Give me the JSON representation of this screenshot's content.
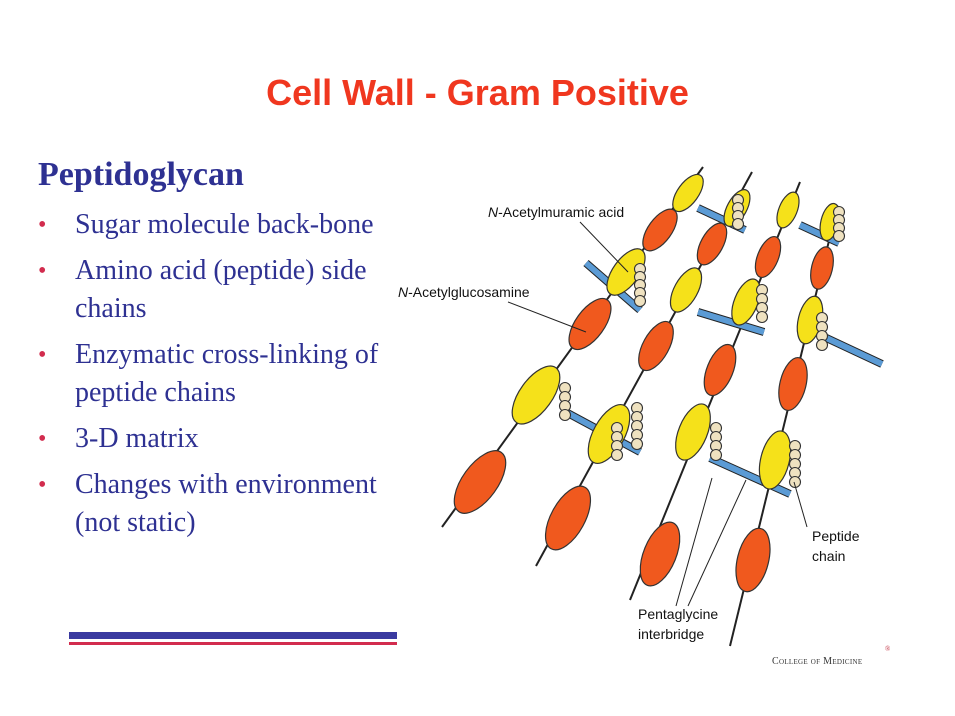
{
  "title": "Cell Wall - Gram Positive",
  "heading": "Peptidoglycan",
  "bullets": [
    "Sugar molecule back-bone",
    "Amino acid (peptide) side chains",
    "Enzymatic cross-linking of peptide chains",
    "3-D matrix",
    "Changes with environment (not static)"
  ],
  "diagram": {
    "labels": {
      "nam_italic": "N",
      "nam_rest": "-Acetylmuramic acid",
      "nag_italic": "N",
      "nag_rest": "-Acetylglucosamine",
      "peptide_line1": "Peptide",
      "peptide_line2": "chain",
      "penta_line1": "Pentaglycine",
      "penta_line2": "interbridge"
    },
    "colors": {
      "nam": "#f5e11a",
      "nag": "#f0591e",
      "bridge": "#5b9bd5",
      "peptide_bead": "#efe2c0"
    }
  },
  "footer": {
    "text": "College of Medicine",
    "mark": "®"
  },
  "colors": {
    "title": "#f0371f",
    "text": "#2e3192",
    "bullet": "#d22c4e",
    "rule_blue": "#3a3aa0",
    "rule_red": "#d22c4e"
  }
}
